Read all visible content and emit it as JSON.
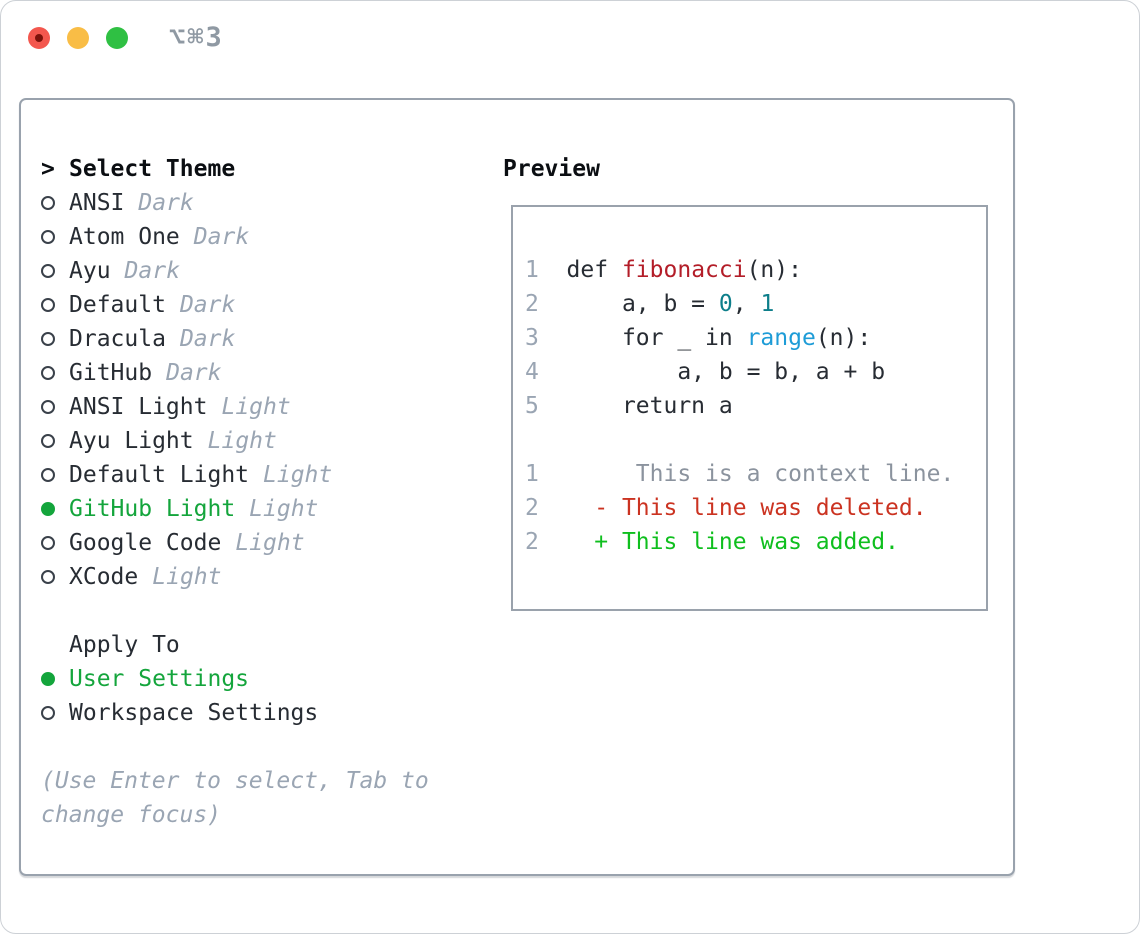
{
  "window": {
    "shortcut": "⌥⌘3"
  },
  "colors": {
    "selection_green": "#14a53c",
    "added_green": "#0fbf1e",
    "deleted_red": "#cb3321",
    "function_red": "#b31d28",
    "literal_teal": "#0d7e8a",
    "builtin_blue": "#1e9cd7",
    "muted_gray": "#9aa5b3",
    "text_dark": "#272c33",
    "panel_border": "#99a2ad",
    "traffic_red": "#f3574e",
    "traffic_yellow": "#f9bd46",
    "traffic_green": "#2fc043"
  },
  "theme_panel": {
    "title_prefix": ">",
    "title": "Select Theme",
    "items": [
      {
        "label": "ANSI",
        "variant": "Dark",
        "selected": false
      },
      {
        "label": "Atom One",
        "variant": "Dark",
        "selected": false
      },
      {
        "label": "Ayu",
        "variant": "Dark",
        "selected": false
      },
      {
        "label": "Default",
        "variant": "Dark",
        "selected": false
      },
      {
        "label": "Dracula",
        "variant": "Dark",
        "selected": false
      },
      {
        "label": "GitHub",
        "variant": "Dark",
        "selected": false
      },
      {
        "label": "ANSI Light",
        "variant": "Light",
        "selected": false
      },
      {
        "label": "Ayu Light",
        "variant": "Light",
        "selected": false
      },
      {
        "label": "Default Light",
        "variant": "Light",
        "selected": false
      },
      {
        "label": "GitHub Light",
        "variant": "Light",
        "selected": true
      },
      {
        "label": "Google Code",
        "variant": "Light",
        "selected": false
      },
      {
        "label": "XCode",
        "variant": "Light",
        "selected": false
      }
    ],
    "apply_to": {
      "title": "Apply To",
      "options": [
        {
          "label": "User Settings",
          "selected": true
        },
        {
          "label": "Workspace Settings",
          "selected": false
        }
      ]
    },
    "hint": "(Use Enter to select, Tab to change focus)"
  },
  "preview": {
    "title": "Preview",
    "lines": [
      {
        "num": "1",
        "segments": [
          {
            "t": "  def ",
            "c": "p"
          },
          {
            "t": "fibonacci",
            "c": "fn"
          },
          {
            "t": "(n):",
            "c": "p"
          }
        ]
      },
      {
        "num": "2",
        "segments": [
          {
            "t": "      a, b = ",
            "c": "p"
          },
          {
            "t": "0",
            "c": "lit"
          },
          {
            "t": ", ",
            "c": "p"
          },
          {
            "t": "1",
            "c": "lit"
          }
        ]
      },
      {
        "num": "3",
        "segments": [
          {
            "t": "      for _ in ",
            "c": "p"
          },
          {
            "t": "range",
            "c": "call"
          },
          {
            "t": "(n):",
            "c": "p"
          }
        ]
      },
      {
        "num": "4",
        "segments": [
          {
            "t": "          a, b = b, a + b",
            "c": "p"
          }
        ]
      },
      {
        "num": "5",
        "segments": [
          {
            "t": "      return a",
            "c": "p"
          }
        ]
      },
      {
        "num": "",
        "segments": []
      },
      {
        "num": "1",
        "segments": [
          {
            "t": "       This is a context line.",
            "c": "ctx"
          }
        ]
      },
      {
        "num": "2",
        "segments": [
          {
            "t": "    - This line was deleted.",
            "c": "del"
          }
        ]
      },
      {
        "num": "2",
        "segments": [
          {
            "t": "    + This line was added.",
            "c": "add"
          }
        ]
      }
    ]
  }
}
